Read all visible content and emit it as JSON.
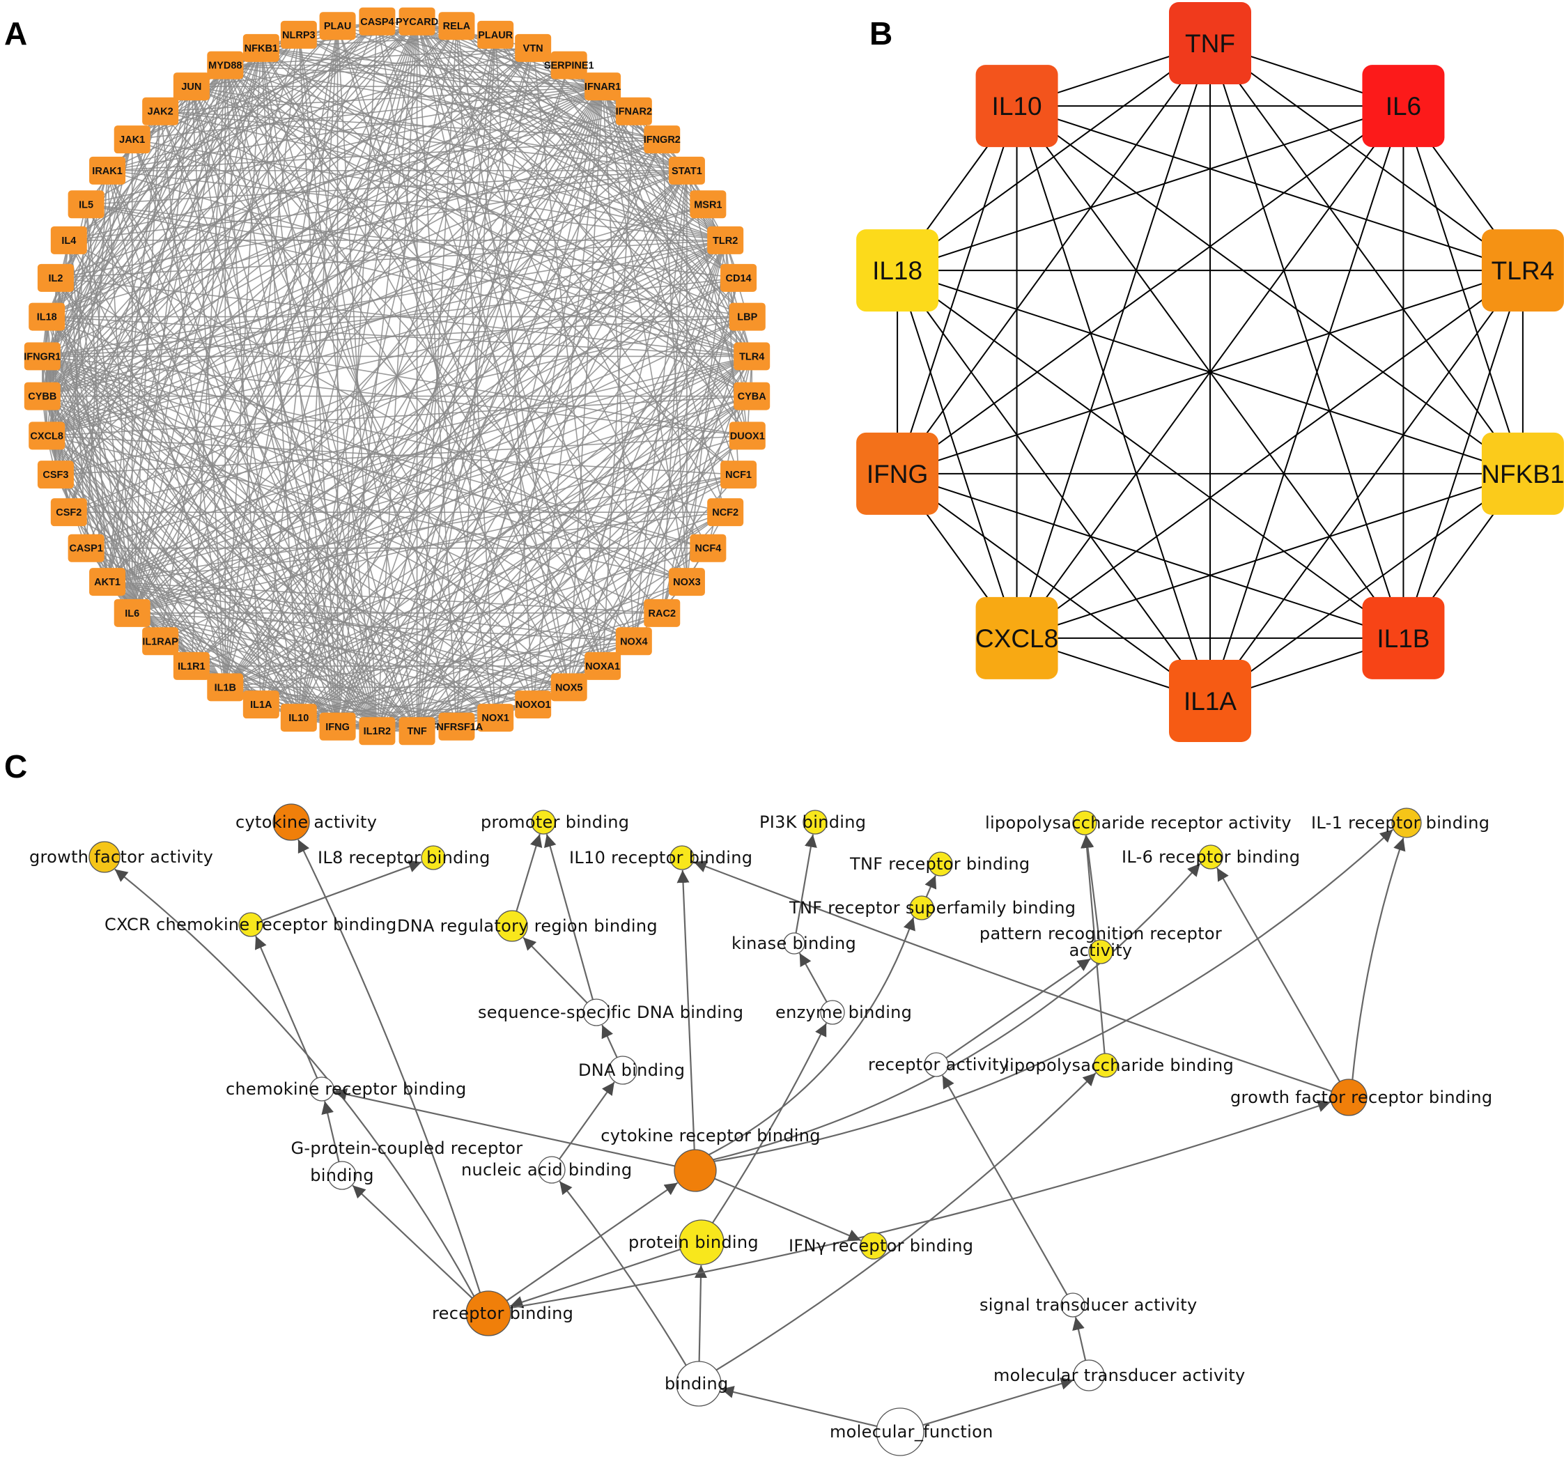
{
  "panels": {
    "a": "A",
    "b": "B",
    "c": "C"
  },
  "colors": {
    "a_node": "#F7942A",
    "a_edge": "#8a8a8a",
    "b_edge": "#000000",
    "c_edge": "#666666",
    "white": "#ffffff",
    "yellow": "#F8E71C",
    "gold": "#F5C518",
    "orange": "#F07F0A"
  },
  "panel_a": {
    "nodes": [
      "PYCARD",
      "RELA",
      "PLAUR",
      "VTN",
      "SERPINE1",
      "IFNAR1",
      "IFNAR2",
      "IFNGR2",
      "STAT1",
      "MSR1",
      "TLR2",
      "CD14",
      "LBP",
      "TLR4",
      "CYBA",
      "DUOX1",
      "NCF1",
      "NCF2",
      "NCF4",
      "NOX3",
      "RAC2",
      "NOX4",
      "NOXA1",
      "NOX5",
      "NOXO1",
      "NOX1",
      "TNFRSF1A",
      "TNF",
      "IL1R2",
      "IFNG",
      "IL10",
      "IL1A",
      "IL1B",
      "IL1R1",
      "IL1RAP",
      "IL6",
      "AKT1",
      "CASP1",
      "CSF2",
      "CSF3",
      "CXCL8",
      "CYBB",
      "IFNGR1",
      "IL18",
      "IL2",
      "IL4",
      "IL5",
      "IRAK1",
      "JAK1",
      "JAK2",
      "JUN",
      "MYD88",
      "NFKB1",
      "NLRP3",
      "PLAU",
      "CASP4"
    ],
    "hubs": [
      "TLR4",
      "TLR2",
      "STAT1",
      "IFNAR1",
      "PYCARD",
      "NFKB1",
      "MYD88",
      "CXCL8",
      "CYBB",
      "IFNGR1",
      "IL18",
      "TNF",
      "IL1R2",
      "IFNG",
      "IL6",
      "IL1B",
      "IL10",
      "AKT1"
    ]
  },
  "panel_b": {
    "nodes": [
      {
        "id": "TNF",
        "color": "#F03A1C"
      },
      {
        "id": "IL6",
        "color": "#FC1A1A"
      },
      {
        "id": "TLR4",
        "color": "#F59214"
      },
      {
        "id": "NFKB1",
        "color": "#FBCB1B"
      },
      {
        "id": "IL1B",
        "color": "#F74416"
      },
      {
        "id": "IL1A",
        "color": "#F65B14"
      },
      {
        "id": "CXCL8",
        "color": "#F8A913"
      },
      {
        "id": "IFNG",
        "color": "#F3711A"
      },
      {
        "id": "IL18",
        "color": "#FCDA1B"
      },
      {
        "id": "IL10",
        "color": "#F3541C"
      }
    ]
  },
  "panel_c": {
    "nodes": [
      {
        "id": "growth_factor_activity",
        "label": "growth factor activity",
        "fill": "gold"
      },
      {
        "id": "cytokine_activity",
        "label": "cytokine activity",
        "fill": "orange"
      },
      {
        "id": "il8_receptor_binding",
        "label": "IL8 receptor binding",
        "fill": "yellow"
      },
      {
        "id": "promoter_binding",
        "label": "promoter binding",
        "fill": "yellow"
      },
      {
        "id": "il10_receptor_binding",
        "label": "IL10 receptor binding",
        "fill": "yellow"
      },
      {
        "id": "pi3k_binding",
        "label": "PI3K binding",
        "fill": "yellow"
      },
      {
        "id": "tnf_receptor_binding",
        "label": "TNF receptor binding",
        "fill": "yellow"
      },
      {
        "id": "lps_receptor_activity",
        "label": "lipopolysaccharide receptor activity",
        "fill": "yellow"
      },
      {
        "id": "il6_receptor_binding",
        "label": "IL-6 receptor binding",
        "fill": "yellow"
      },
      {
        "id": "il1_receptor_binding",
        "label": "IL-1 receptor binding",
        "fill": "gold"
      },
      {
        "id": "cxcr_chemokine_receptor_binding",
        "label": "CXCR chemokine receptor binding",
        "fill": "yellow"
      },
      {
        "id": "dna_regulatory_region_binding",
        "label": "DNA regulatory region binding",
        "fill": "yellow"
      },
      {
        "id": "tnf_receptor_superfamily_binding",
        "label": "TNF receptor superfamily binding",
        "fill": "yellow"
      },
      {
        "id": "kinase_binding",
        "label": "kinase binding",
        "fill": "white"
      },
      {
        "id": "pattern_recognition_receptor_activity",
        "label": "pattern recognition receptor",
        "label2": "activity",
        "fill": "yellow"
      },
      {
        "id": "sequence_specific_dna_binding",
        "label": "sequence-specific DNA binding",
        "fill": "white"
      },
      {
        "id": "enzyme_binding",
        "label": "enzyme binding",
        "fill": "white"
      },
      {
        "id": "dna_binding",
        "label": "DNA binding",
        "fill": "white"
      },
      {
        "id": "receptor_activity",
        "label": "receptor activity",
        "fill": "white"
      },
      {
        "id": "lipopolysaccharide_binding",
        "label": "lipopolysaccharide binding",
        "fill": "yellow"
      },
      {
        "id": "chemokine_receptor_binding",
        "label": "chemokine receptor binding",
        "fill": "white"
      },
      {
        "id": "growth_factor_receptor_binding",
        "label": "growth factor receptor binding",
        "fill": "orange"
      },
      {
        "id": "cytokine_receptor_binding",
        "label": "cytokine receptor binding",
        "fill": "orange"
      },
      {
        "id": "gpcr_binding",
        "label": "G-protein-coupled receptor",
        "label2": "binding",
        "fill": "white"
      },
      {
        "id": "nucleic_acid_binding",
        "label": "nucleic acid binding",
        "fill": "white"
      },
      {
        "id": "protein_binding",
        "label": "protein binding",
        "fill": "yellow"
      },
      {
        "id": "ifng_receptor_binding",
        "label": "IFNγ receptor binding",
        "fill": "yellow"
      },
      {
        "id": "receptor_binding",
        "label": "receptor binding",
        "fill": "orange"
      },
      {
        "id": "signal_transducer_activity",
        "label": "signal transducer activity",
        "fill": "white"
      },
      {
        "id": "binding",
        "label": "binding",
        "fill": "white"
      },
      {
        "id": "molecular_transducer_activity",
        "label": "molecular transducer activity",
        "fill": "white"
      },
      {
        "id": "molecular_function",
        "label": "molecular_function",
        "fill": "white"
      }
    ],
    "edges": [
      [
        "molecular_function",
        "binding"
      ],
      [
        "molecular_function",
        "molecular_transducer_activity"
      ],
      [
        "molecular_transducer_activity",
        "signal_transducer_activity"
      ],
      [
        "signal_transducer_activity",
        "receptor_activity"
      ],
      [
        "receptor_activity",
        "pattern_recognition_receptor_activity"
      ],
      [
        "pattern_recognition_receptor_activity",
        "lps_receptor_activity"
      ],
      [
        "lipopolysaccharide_binding",
        "lps_receptor_activity"
      ],
      [
        "binding",
        "protein_binding"
      ],
      [
        "binding",
        "nucleic_acid_binding"
      ],
      [
        "binding",
        "lipopolysaccharide_binding"
      ],
      [
        "nucleic_acid_binding",
        "dna_binding"
      ],
      [
        "dna_binding",
        "sequence_specific_dna_binding"
      ],
      [
        "sequence_specific_dna_binding",
        "dna_regulatory_region_binding"
      ],
      [
        "sequence_specific_dna_binding",
        "promoter_binding"
      ],
      [
        "dna_regulatory_region_binding",
        "promoter_binding"
      ],
      [
        "protein_binding",
        "enzyme_binding"
      ],
      [
        "enzyme_binding",
        "kinase_binding"
      ],
      [
        "kinase_binding",
        "pi3k_binding"
      ],
      [
        "protein_binding",
        "receptor_binding"
      ],
      [
        "receptor_binding",
        "cytokine_receptor_binding"
      ],
      [
        "receptor_binding",
        "gpcr_binding"
      ],
      [
        "receptor_binding",
        "growth_factor_activity"
      ],
      [
        "receptor_binding",
        "cytokine_activity"
      ],
      [
        "receptor_binding",
        "growth_factor_receptor_binding"
      ],
      [
        "gpcr_binding",
        "chemokine_receptor_binding"
      ],
      [
        "chemokine_receptor_binding",
        "cxcr_chemokine_receptor_binding"
      ],
      [
        "cxcr_chemokine_receptor_binding",
        "il8_receptor_binding"
      ],
      [
        "cytokine_receptor_binding",
        "chemokine_receptor_binding"
      ],
      [
        "cytokine_receptor_binding",
        "il10_receptor_binding"
      ],
      [
        "cytokine_receptor_binding",
        "ifng_receptor_binding"
      ],
      [
        "cytokine_receptor_binding",
        "tnf_receptor_superfamily_binding"
      ],
      [
        "cytokine_receptor_binding",
        "il6_receptor_binding"
      ],
      [
        "cytokine_receptor_binding",
        "il1_receptor_binding"
      ],
      [
        "tnf_receptor_superfamily_binding",
        "tnf_receptor_binding"
      ],
      [
        "growth_factor_receptor_binding",
        "il1_receptor_binding"
      ],
      [
        "growth_factor_receptor_binding",
        "il6_receptor_binding"
      ],
      [
        "growth_factor_receptor_binding",
        "il10_receptor_binding"
      ]
    ]
  }
}
